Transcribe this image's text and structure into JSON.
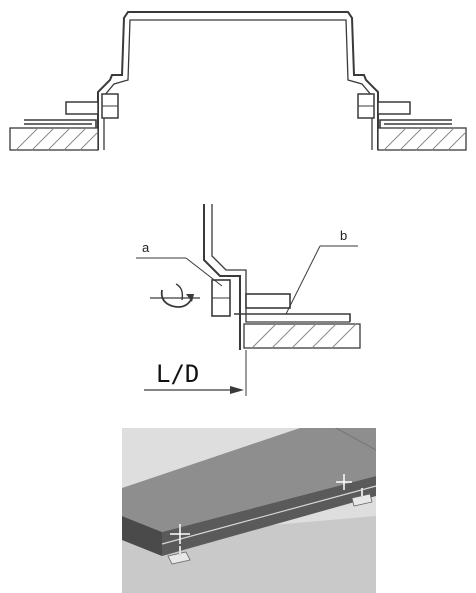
{
  "callouts": {
    "a": "a",
    "b": "b"
  },
  "dimension": {
    "label": "L/D"
  },
  "colors": {
    "line": "#3a3a3a",
    "hatch": "#8a8a8a",
    "panel_top": "#8e8e8e",
    "panel_side": "#5a5a5a",
    "floor": "#c9c9c9",
    "wall": "#dedede"
  }
}
